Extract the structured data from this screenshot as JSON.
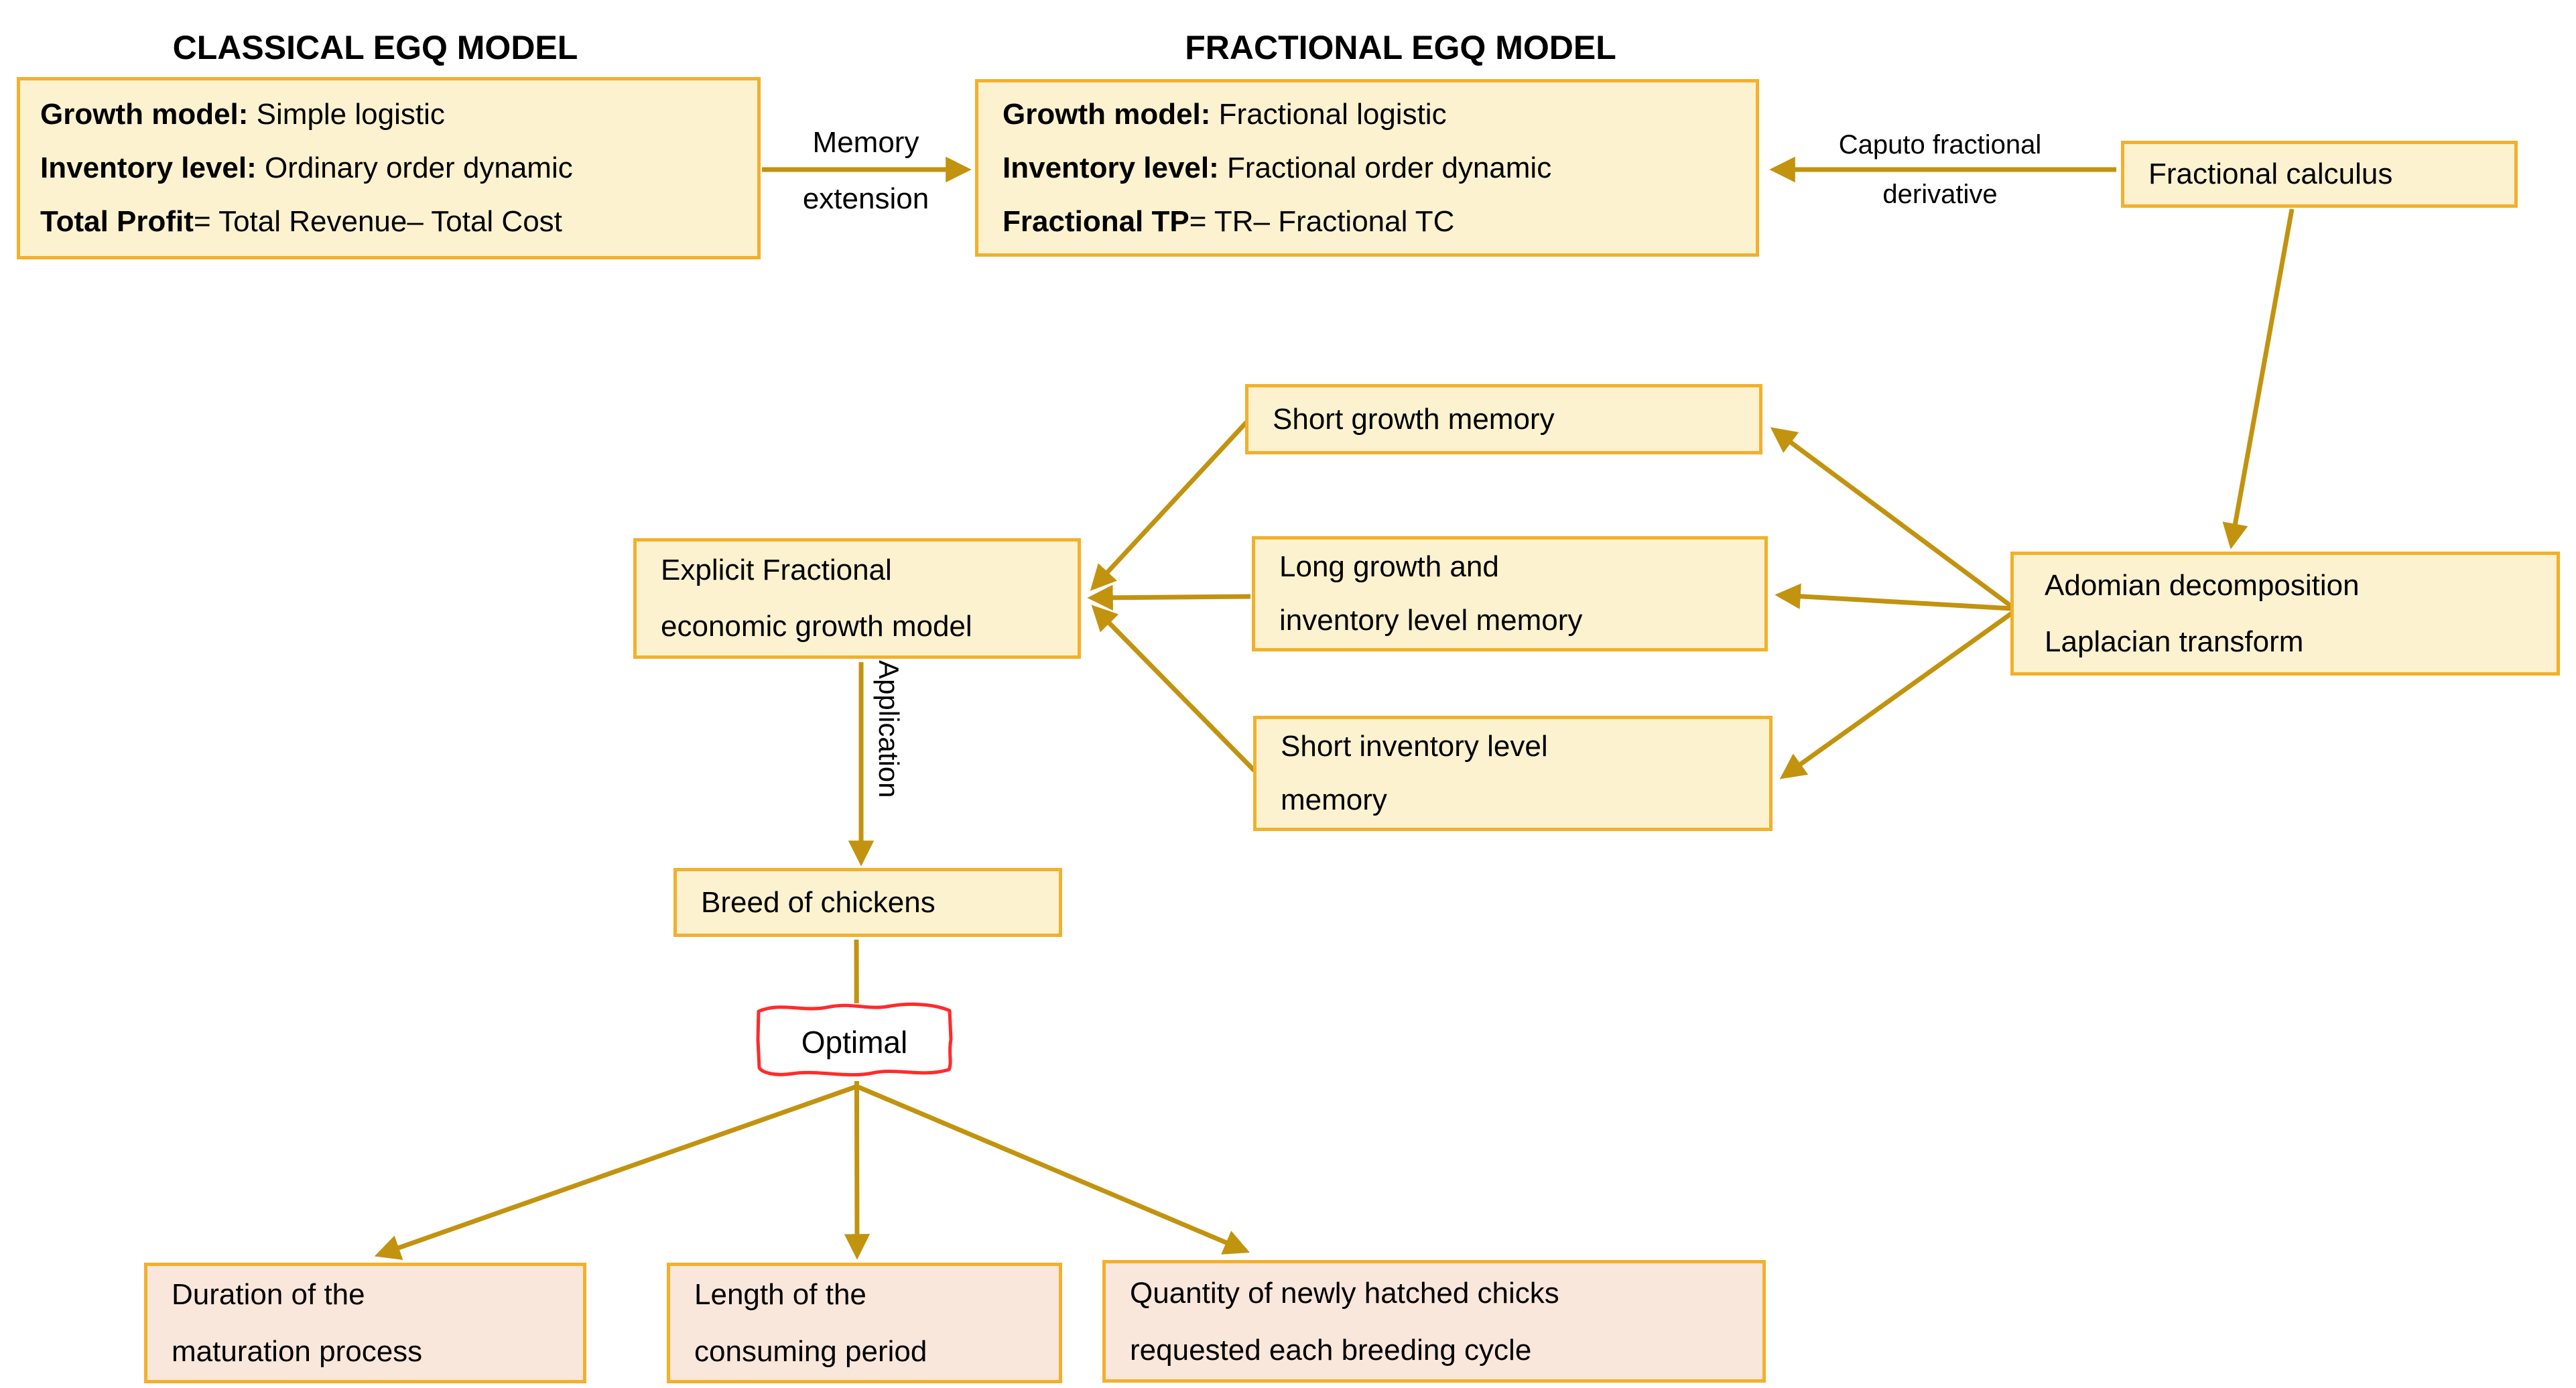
{
  "headings": {
    "classical": "CLASSICAL EGQ MODEL",
    "fractional": "FRACTIONAL EGQ MODEL"
  },
  "boxes": {
    "classical": {
      "lines": [
        {
          "b": "Growth model:",
          "r": " Simple logistic"
        },
        {
          "b": "Inventory level:",
          "r": " Ordinary order dynamic"
        },
        {
          "b": "Total Profit",
          "r": "= Total Revenue– Total Cost"
        }
      ]
    },
    "fractional": {
      "lines": [
        {
          "b": "Growth model:",
          "r": " Fractional logistic"
        },
        {
          "b": "Inventory level:",
          "r": " Fractional order dynamic"
        },
        {
          "b": "Fractional TP",
          "r": "= TR– Fractional TC"
        }
      ]
    },
    "fractional_calculus": {
      "label": "Fractional calculus"
    },
    "adomian": {
      "line1": "Adomian decomposition",
      "line2": "Laplacian transform"
    },
    "short_growth": {
      "label": "Short growth memory"
    },
    "long_growth": {
      "line1": "Long growth and",
      "line2": "inventory level memory"
    },
    "short_inventory": {
      "line1": "Short inventory level",
      "line2": "memory"
    },
    "explicit": {
      "line1": "Explicit Fractional",
      "line2": "economic growth model"
    },
    "breed": {
      "label": "Breed of chickens"
    },
    "optimal": {
      "label": "Optimal"
    },
    "duration": {
      "line1": "Duration of the",
      "line2": "maturation process"
    },
    "length": {
      "line1": "Length of the",
      "line2": "consuming period"
    },
    "quantity": {
      "line1": "Quantity of newly hatched chicks",
      "line2": "requested each breeding cycle"
    }
  },
  "edge_labels": {
    "memory_line1": "Memory",
    "memory_line2": "extension",
    "caputo_line1": "Caputo fractional",
    "caputo_line2": "derivative",
    "application": "Application"
  },
  "colors": {
    "box_fill": "#fcf2d0",
    "box_border": "#f2b02c",
    "pink_fill": "#fae7db",
    "arrow": "#c2930f",
    "optimal_border": "#ff2b2b",
    "text": "#000000"
  }
}
